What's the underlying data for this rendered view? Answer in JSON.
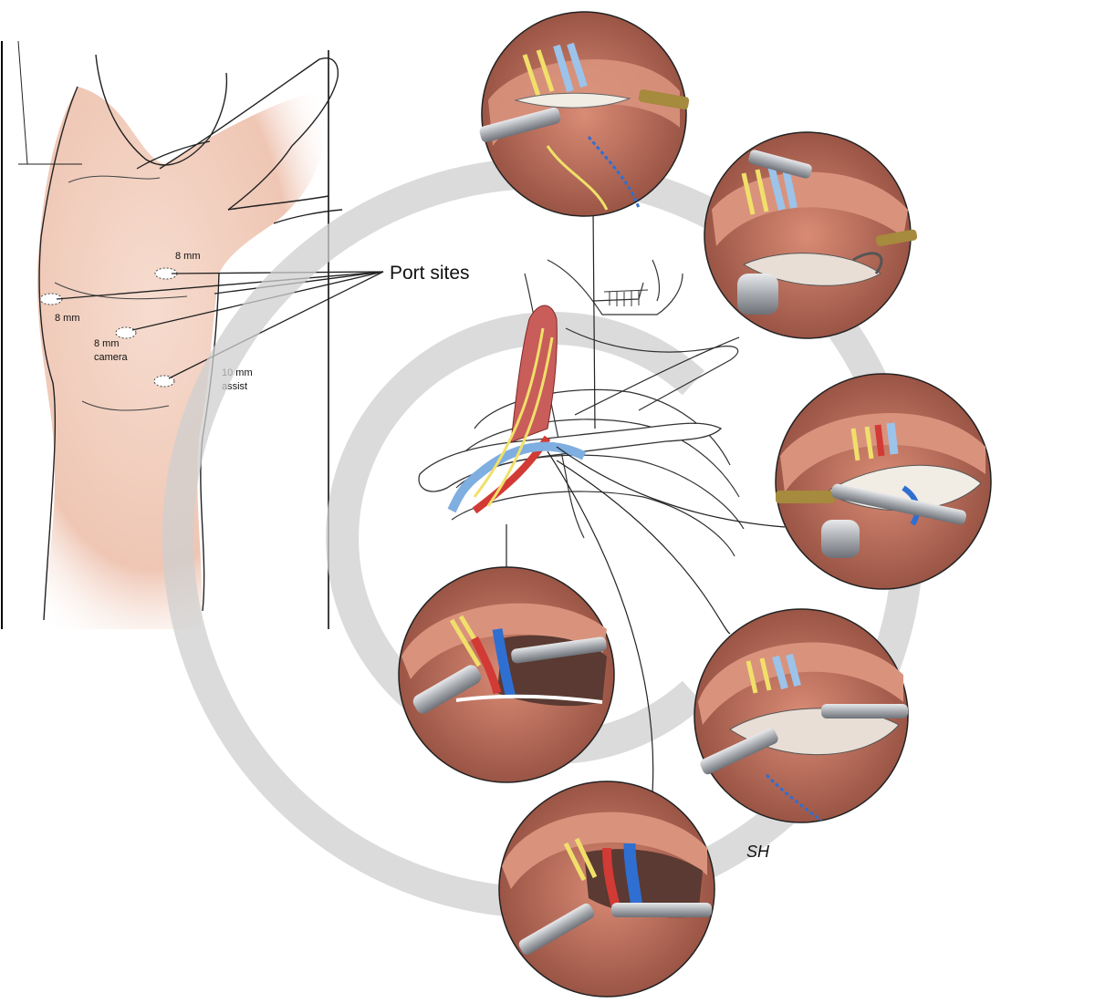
{
  "port_labels": {
    "port_sites": "Port sites",
    "upper_8mm": "8 mm",
    "left_8mm": "8 mm",
    "camera_size": "8 mm",
    "camera": "camera",
    "assist_size": "10 mm",
    "assist": "assist"
  },
  "signature": "SH",
  "colors": {
    "skin": "#f2cfc0",
    "skin_shadow": "#e6b3a0",
    "muscle": "#c9705f",
    "muscle_dark": "#8e3d33",
    "artery": "#d23a35",
    "vein": "#2f6fd1",
    "vein_light": "#9cc3ea",
    "nerve": "#f0e06a",
    "pleura": "#f1ece4",
    "instrument": "#b9bcc0",
    "instrument_gold": "#a68a3d",
    "watermark": "#cfcfcf"
  },
  "icons": {
    "watermark": "copyright-watermark-icon"
  }
}
